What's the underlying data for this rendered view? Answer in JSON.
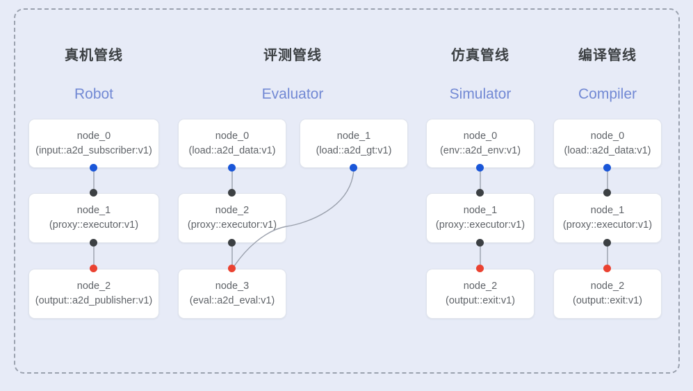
{
  "canvas": {
    "background_color": "#e7ebf7",
    "frame": {
      "style": "dashed",
      "color": "#9aa1ae"
    }
  },
  "palette": {
    "port_blue": "#1a56d8",
    "port_black": "#3c4043",
    "port_red": "#ea4231",
    "title_cn_color": "#3c4043",
    "title_en_color": "#7289d4",
    "node_text_color": "#5f6368",
    "node_bg": "#ffffff",
    "node_border": "#dfe3ec",
    "edge_color": "#9aa0ac"
  },
  "columns": [
    {
      "id": "robot",
      "title_cn": "真机管线",
      "title_en": "Robot",
      "nodes": [
        {
          "name": "node_0",
          "type": "(input::a2d_subscriber:v1)"
        },
        {
          "name": "node_1",
          "type": "(proxy::executor:v1)"
        },
        {
          "name": "node_2",
          "type": "(output::a2d_publisher:v1)"
        }
      ]
    },
    {
      "id": "evaluator",
      "title_cn": "评测管线",
      "title_en": "Evaluator",
      "nodes": [
        {
          "name": "node_0",
          "type": "(load::a2d_data:v1)"
        },
        {
          "name": "node_1",
          "type": "(load::a2d_gt:v1)"
        },
        {
          "name": "node_2",
          "type": "(proxy::executor:v1)"
        },
        {
          "name": "node_3",
          "type": "(eval::a2d_eval:v1)"
        }
      ]
    },
    {
      "id": "simulator",
      "title_cn": "仿真管线",
      "title_en": "Simulator",
      "nodes": [
        {
          "name": "node_0",
          "type": "(env::a2d_env:v1)"
        },
        {
          "name": "node_1",
          "type": "(proxy::executor:v1)"
        },
        {
          "name": "node_2",
          "type": "(output::exit:v1)"
        }
      ]
    },
    {
      "id": "compiler",
      "title_cn": "编译管线",
      "title_en": "Compiler",
      "nodes": [
        {
          "name": "node_0",
          "type": "(load::a2d_data:v1)"
        },
        {
          "name": "node_1",
          "type": "(proxy::executor:v1)"
        },
        {
          "name": "node_2",
          "type": "(output::exit:v1)"
        }
      ]
    }
  ]
}
